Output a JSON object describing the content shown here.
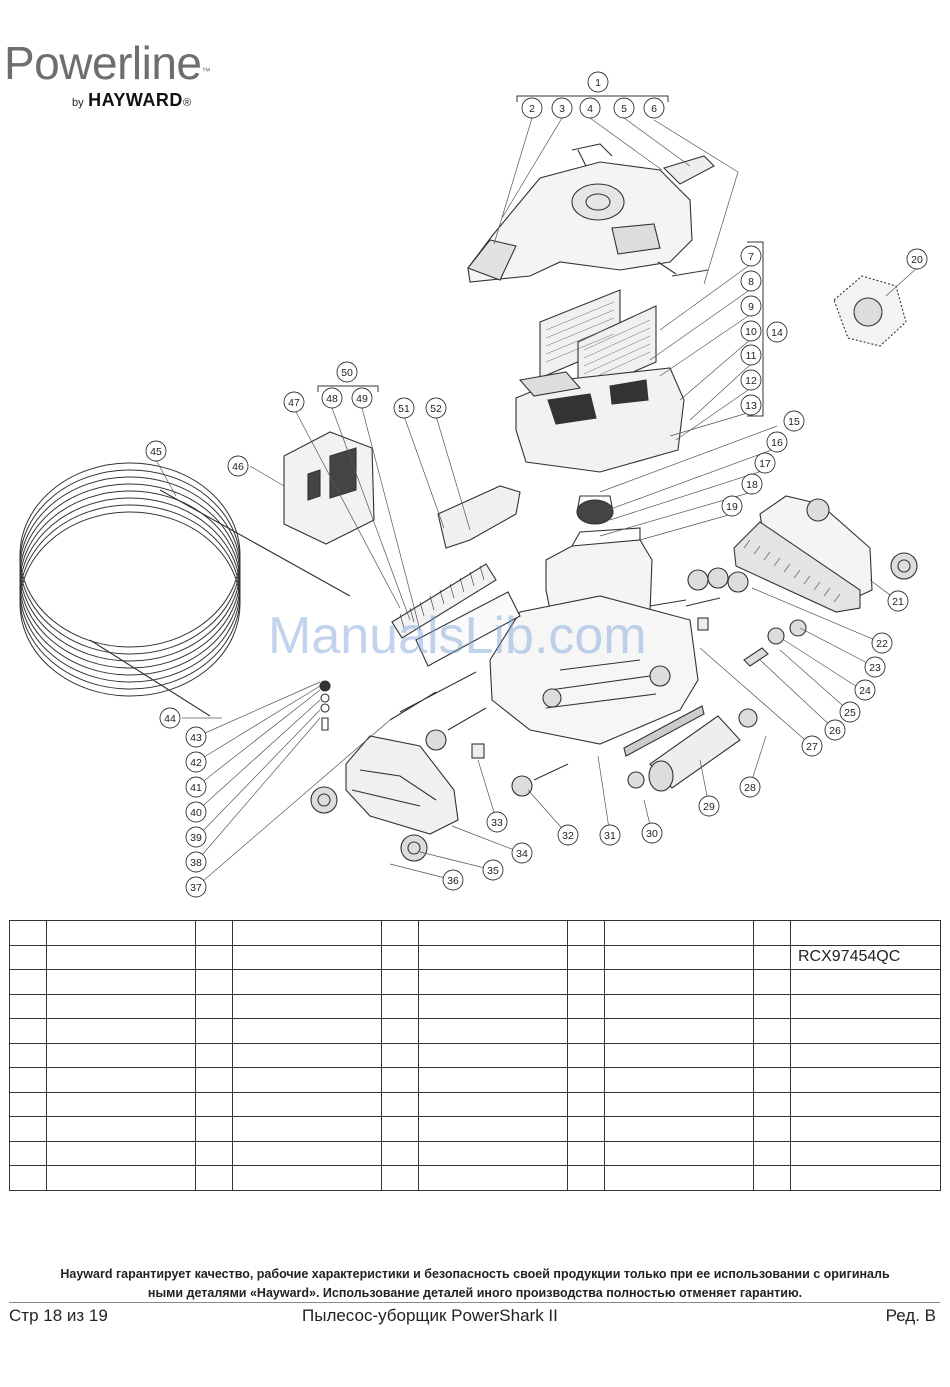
{
  "logo": {
    "brand_line": "Powerline",
    "tm": "™",
    "by": "by",
    "brand": "HAYWARD",
    "reg": "®"
  },
  "diagram": {
    "callouts": [
      "1",
      "2",
      "3",
      "4",
      "5",
      "6",
      "7",
      "8",
      "9",
      "10",
      "11",
      "12",
      "13",
      "14",
      "15",
      "16",
      "17",
      "18",
      "19",
      "20",
      "21",
      "22",
      "23",
      "24",
      "25",
      "26",
      "27",
      "28",
      "29",
      "30",
      "31",
      "32",
      "33",
      "34",
      "35",
      "36",
      "37",
      "38",
      "39",
      "40",
      "41",
      "42",
      "43",
      "44",
      "45",
      "46",
      "47",
      "48",
      "49",
      "50",
      "51",
      "52"
    ]
  },
  "watermark": "ManualsLib.com",
  "parts_table": {
    "rows": [
      [
        "",
        "",
        "",
        "",
        "",
        "",
        "",
        "",
        "",
        ""
      ],
      [
        "",
        "",
        "",
        "",
        "",
        "",
        "",
        "",
        "",
        "RCX97454QC"
      ],
      [
        "",
        "",
        "",
        "",
        "",
        "",
        "",
        "",
        "",
        ""
      ],
      [
        "",
        "",
        "",
        "",
        "",
        "",
        "",
        "",
        "",
        ""
      ],
      [
        "",
        "",
        "",
        "",
        "",
        "",
        "",
        "",
        "",
        ""
      ],
      [
        "",
        "",
        "",
        "",
        "",
        "",
        "",
        "",
        "",
        ""
      ],
      [
        "",
        "",
        "",
        "",
        "",
        "",
        "",
        "",
        "",
        ""
      ],
      [
        "",
        "",
        "",
        "",
        "",
        "",
        "",
        "",
        "",
        ""
      ],
      [
        "",
        "",
        "",
        "",
        "",
        "",
        "",
        "",
        "",
        ""
      ],
      [
        "",
        "",
        "",
        "",
        "",
        "",
        "",
        "",
        "",
        ""
      ],
      [
        "",
        "",
        "",
        "",
        "",
        "",
        "",
        "",
        "",
        ""
      ]
    ]
  },
  "warranty": {
    "line1": "Hayward гарантирует качество, рабочие характеристики и безопасность своей продукции только при ее использовании с оригиналь",
    "line2": "ными деталями «Hayward».  Использование деталей иного производства полностью отменяет гарантию."
  },
  "footer": {
    "page": "Стр 18 из 19",
    "title": "Пылесос-уборщик PowerShark II",
    "revision": "Ред. B"
  }
}
